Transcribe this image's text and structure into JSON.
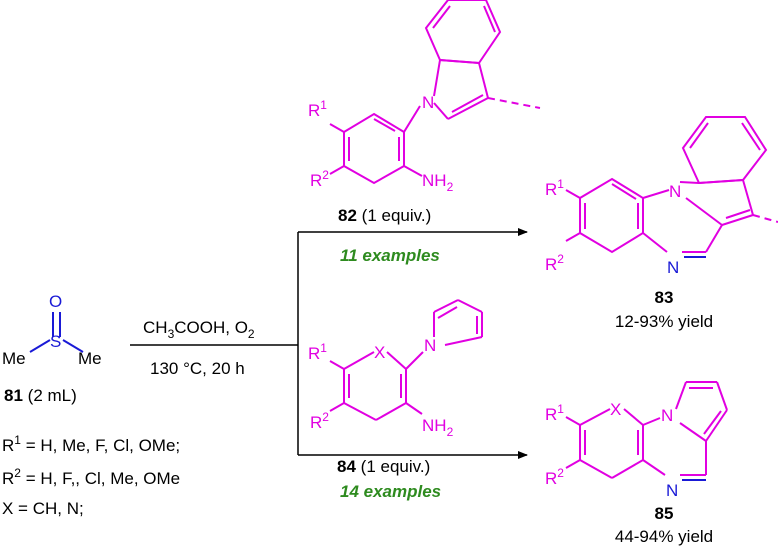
{
  "colors": {
    "magenta": "#e100e1",
    "blue": "#1a1ad6",
    "black": "#000000",
    "green": "#2e8b1f"
  },
  "reagent": {
    "atom_O": "O",
    "atom_S": "S",
    "me_left": "Me",
    "me_right": "Me",
    "number": "81",
    "amount": "(2 mL)"
  },
  "conditions": {
    "line1_a": "CH",
    "line1_sub1": "3",
    "line1_b": "COOH, O",
    "line1_sub2": "2",
    "line2": "130 °C, 20 h"
  },
  "substituents": {
    "r1_lead": "R",
    "r1_sup": "1",
    "r1_text": " = H, Me, F, Cl, OMe;",
    "r2_lead": "R",
    "r2_sup": "2",
    "r2_text": " = H, F,, Cl, Me, OMe",
    "x_text": "X = CH, N;"
  },
  "compound_82": {
    "number": "82",
    "equiv": "(1 equiv.)",
    "examples": "11 examples",
    "r1": "R",
    "r1_sup": "1",
    "r2": "R",
    "r2_sup": "2",
    "nh2": "NH",
    "nh2_sub": "2",
    "n": "N"
  },
  "compound_83": {
    "number": "83",
    "yield": "12-93% yield",
    "r1": "R",
    "r1_sup": "1",
    "r2": "R",
    "r2_sup": "2",
    "n_top": "N",
    "n_bottom": "N"
  },
  "compound_84": {
    "number": "84",
    "equiv": "(1 equiv.)",
    "examples": "14 examples",
    "r1": "R",
    "r1_sup": "1",
    "r2": "R",
    "r2_sup": "2",
    "x": "X",
    "n": "N",
    "nh2": "NH",
    "nh2_sub": "2"
  },
  "compound_85": {
    "number": "85",
    "yield": "44-94% yield",
    "r1": "R",
    "r1_sup": "1",
    "r2": "R",
    "r2_sup": "2",
    "x": "X",
    "n_top": "N",
    "n_bottom": "N"
  }
}
